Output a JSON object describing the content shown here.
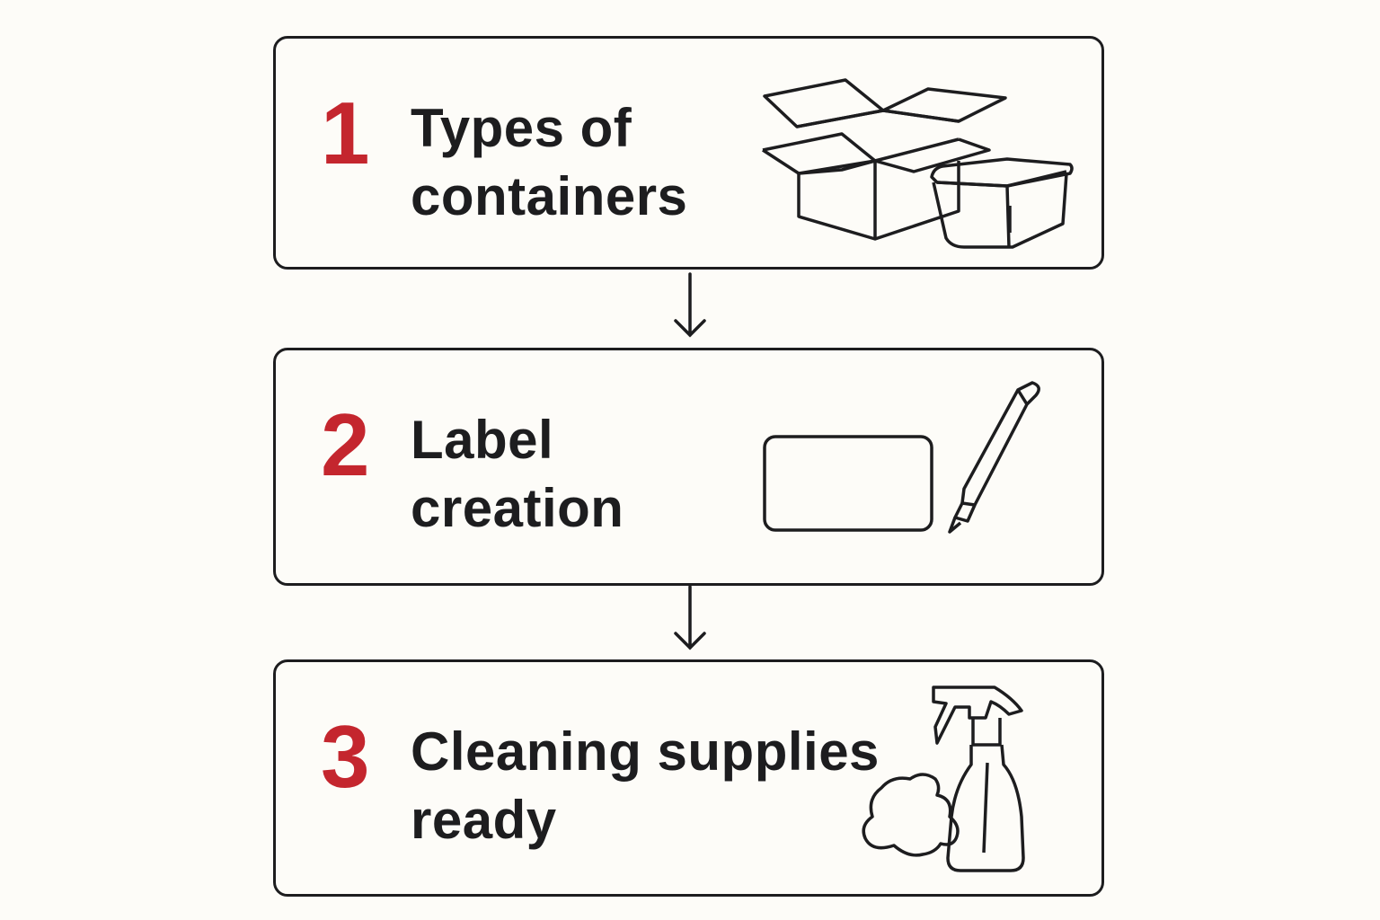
{
  "steps": [
    {
      "number": "1",
      "title_line1": "Types of",
      "title_line2": "containers",
      "icon": "boxes-icon"
    },
    {
      "number": "2",
      "title_line1": "Label",
      "title_line2": "creation",
      "icon": "label-and-marker-icon"
    },
    {
      "number": "3",
      "title_line1": "Cleaning supplies",
      "title_line2": "ready",
      "icon": "spray-bottle-and-cloth-icon"
    }
  ],
  "colors": {
    "accent": "#c4262e",
    "ink": "#1d1d1f",
    "background": "#fdfcf8"
  }
}
